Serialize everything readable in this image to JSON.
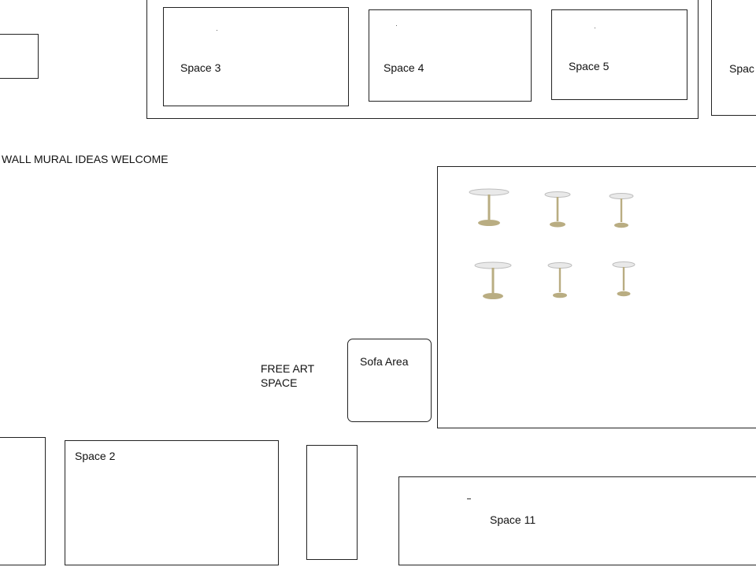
{
  "labels": {
    "space_2": "Space 2",
    "space_3": "Space 3",
    "space_4": "Space 4",
    "space_5": "Space 5",
    "space_6_partial": "Spac",
    "space_11": "Space 11",
    "wall_mural": "WALL MURAL IDEAS WELCOME",
    "free_art_space": "FREE ART SPACE",
    "sofa_area": "Sofa Area"
  },
  "colors": {
    "line": "#222222",
    "text": "#111111",
    "table_top": "#e9e9e9",
    "table_metal": "#b9ad82",
    "background": "#ffffff"
  },
  "icons": {
    "table": "pedestal-table-icon"
  }
}
